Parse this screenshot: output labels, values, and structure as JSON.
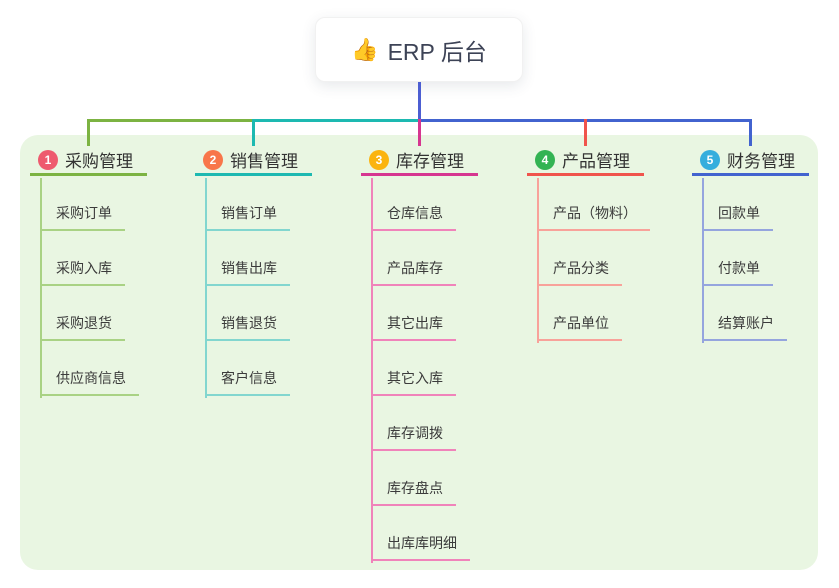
{
  "root": {
    "icon": "👍",
    "title": "ERP 后台"
  },
  "connector_color": "#4c5ed2",
  "panel_color": "#e9f6e2",
  "branches": [
    {
      "num": "1",
      "title": "采购管理",
      "color": "#7cb342",
      "light_color": "#a9d284",
      "badge_color": "#ee5a6e",
      "children": [
        "采购订单",
        "采购入库",
        "采购退货",
        "供应商信息"
      ]
    },
    {
      "num": "2",
      "title": "销售管理",
      "color": "#1db9b1",
      "light_color": "#82d6cf",
      "badge_color": "#f8764a",
      "children": [
        "销售订单",
        "销售出库",
        "销售退货",
        "客户信息"
      ]
    },
    {
      "num": "3",
      "title": "库存管理",
      "color": "#d63690",
      "light_color": "#f083ba",
      "badge_color": "#fbb40f",
      "children": [
        "仓库信息",
        "产品库存",
        "其它出库",
        "其它入库",
        "库存调拨",
        "库存盘点",
        "出库库明细"
      ]
    },
    {
      "num": "4",
      "title": "产品管理",
      "color": "#f0544c",
      "light_color": "#f8a29a",
      "badge_color": "#33b353",
      "children": [
        "产品（物料）",
        "产品分类",
        "产品单位"
      ]
    },
    {
      "num": "5",
      "title": "财务管理",
      "color": "#4263cf",
      "light_color": "#95a5de",
      "badge_color": "#35aedd",
      "children": [
        "回款单",
        "付款单",
        "结算账户"
      ]
    }
  ]
}
